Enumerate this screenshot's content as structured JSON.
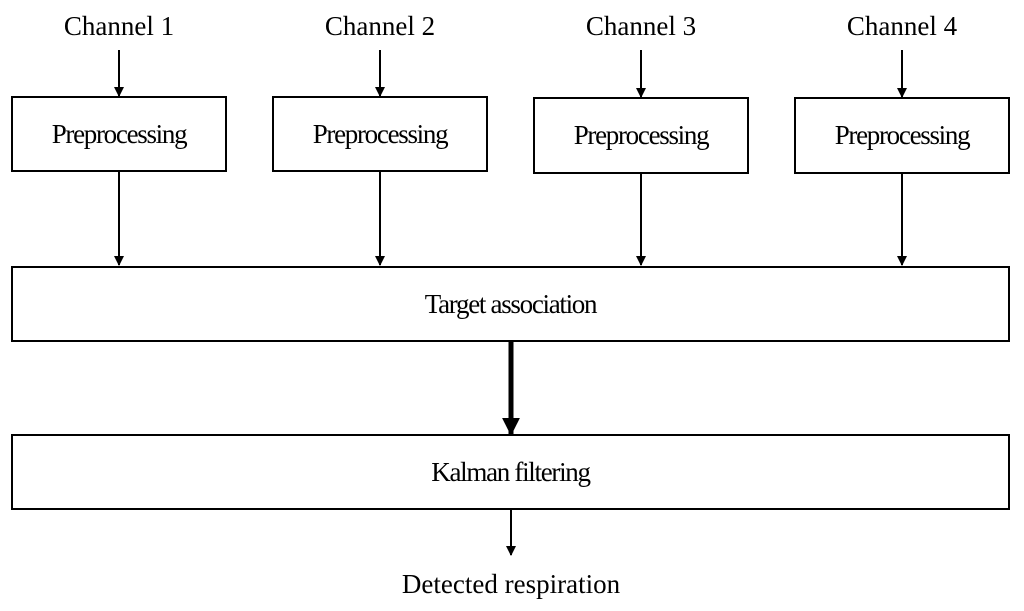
{
  "channels": [
    {
      "label": "Channel 1"
    },
    {
      "label": "Channel 2"
    },
    {
      "label": "Channel 3"
    },
    {
      "label": "Channel 4"
    }
  ],
  "preprocessing": [
    {
      "label": "Preprocessing"
    },
    {
      "label": "Preprocessing"
    },
    {
      "label": "Preprocessing"
    },
    {
      "label": "Preprocessing"
    }
  ],
  "target_association": {
    "label": "Target association"
  },
  "kalman_filtering": {
    "label": "Kalman filtering"
  },
  "output": {
    "label": "Detected respiration"
  }
}
